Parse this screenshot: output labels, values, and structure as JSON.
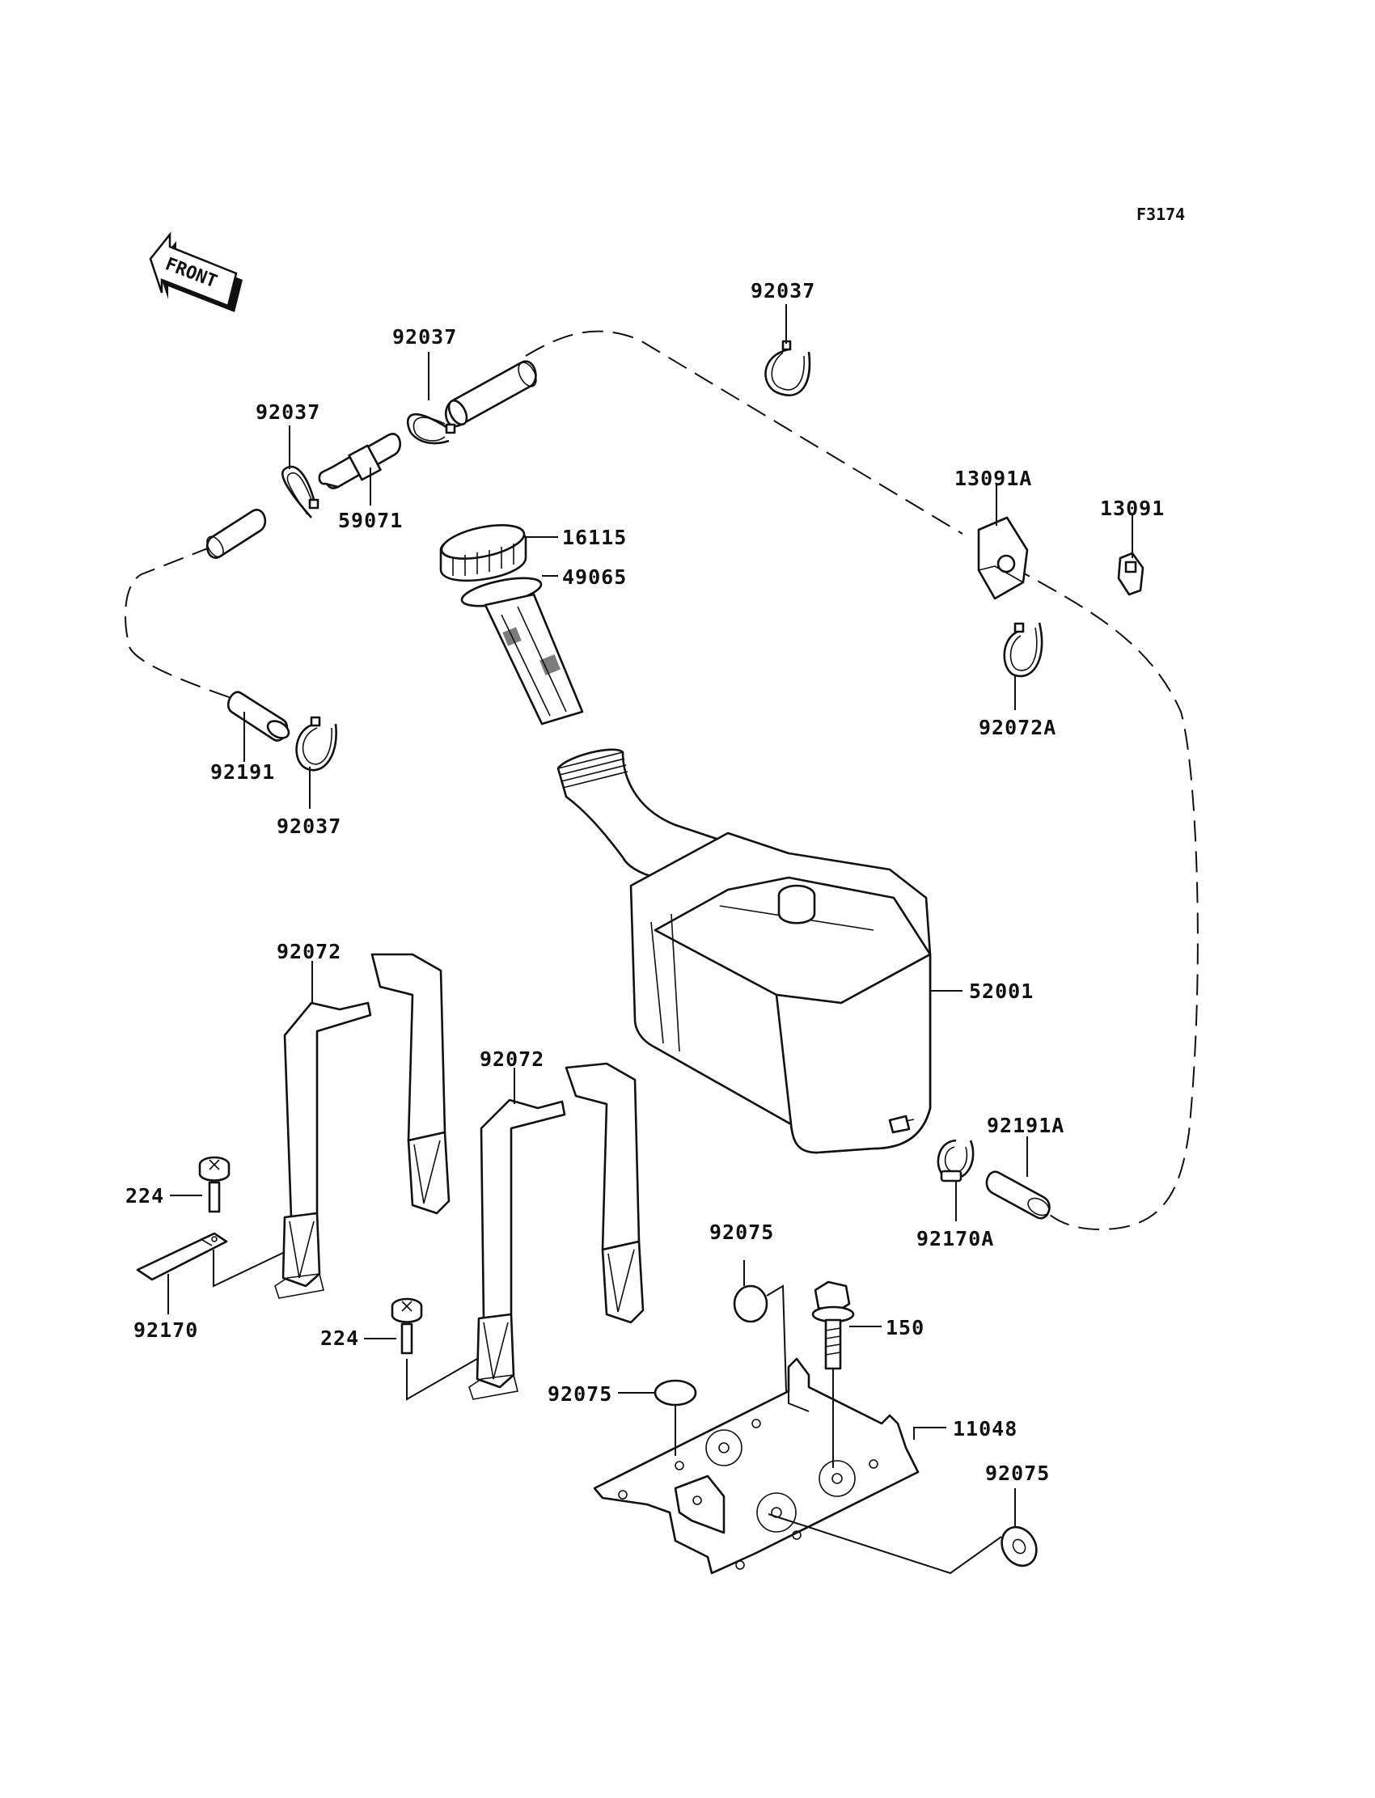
{
  "figure_code": "F3174",
  "front_label": "FRONT",
  "callouts": {
    "c92037_top": "92037",
    "c92037_mid": "92037",
    "c92037_left": "92037",
    "c59071": "59071",
    "c16115": "16115",
    "c49065": "49065",
    "c13091A": "13091A",
    "c13091": "13091",
    "c92072A": "92072A",
    "c92191": "92191",
    "c92037_low": "92037",
    "c52001": "52001",
    "c92072_left": "92072",
    "c92072_mid": "92072",
    "c92191A": "92191A",
    "c92170A": "92170A",
    "c224_left": "224",
    "c92170": "92170",
    "c92075_top": "92075",
    "c150": "150",
    "c224_mid": "224",
    "c92075_mid": "92075",
    "c11048": "11048",
    "c92075_right": "92075"
  }
}
